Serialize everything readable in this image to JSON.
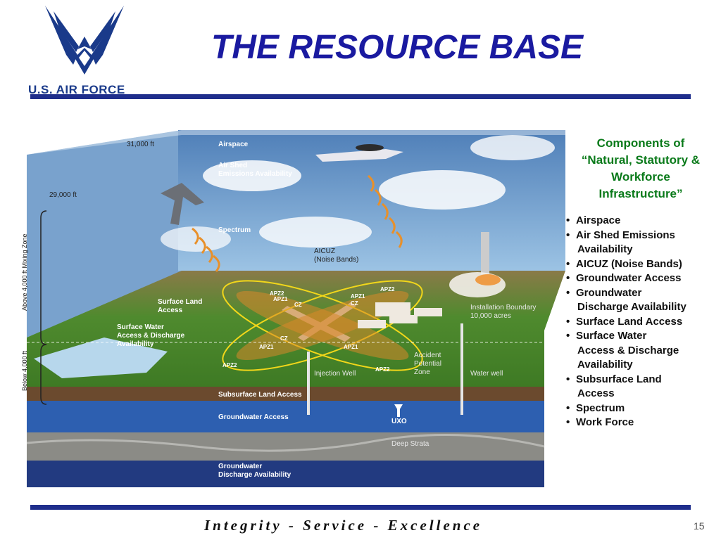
{
  "header": {
    "logo_text": "U.S. AIR FORCE",
    "title": "THE RESOURCE BASE"
  },
  "diagram": {
    "labels": {
      "altitude_31000": "31,000 ft",
      "altitude_29000": "29,000 ft",
      "airspace": "Airspace",
      "air_shed_1": "Air Shed",
      "air_shed_2": "Emissions Availability",
      "spectrum": "Spectrum",
      "aicuz_1": "AICUZ",
      "aicuz_2": "(Noise Bands)",
      "surface_land_1": "Surface Land",
      "surface_land_2": "Access",
      "surface_water_1": "Surface Water",
      "surface_water_2": "Access & Discharge",
      "surface_water_3": "Availability",
      "installation_boundary_1": "Installation Boundary",
      "installation_boundary_2": "10,000 acres",
      "accident_zone_1": "Accident",
      "accident_zone_2": "Potential",
      "accident_zone_3": "Zone",
      "injection_well": "Injection Well",
      "water_well": "Water well",
      "subsurface_land": "Subsurface Land Access",
      "groundwater_access": "Groundwater Access",
      "uxo": "UXO",
      "deep_strata": "Deep Strata",
      "groundwater_discharge_1": "Groundwater",
      "groundwater_discharge_2": "Discharge Availability",
      "mixing_zone": "Above 4,000 ft Mixing Zone",
      "below_4000": "Below 4,000 ft",
      "apz2_a": "APZ2",
      "apz1_a": "APZ1",
      "cz_a": "CZ",
      "apz1_b": "APZ1",
      "apz2_b": "APZ2",
      "cz_b": "CZ",
      "apz1_c": "APZ1",
      "apz2_c": "APZ2",
      "cz_c": "CZ",
      "apz1_d": "APZ1",
      "apz2_d": "APZ2"
    }
  },
  "panel": {
    "heading_1": "Components of",
    "heading_2": "“Natural, Statutory &",
    "heading_3": "Workforce",
    "heading_4": "Infrastructure”",
    "items": [
      {
        "bullet": "•",
        "line1": "Airspace",
        "line2": ""
      },
      {
        "bullet": "•",
        "line1": "Air Shed Emissions",
        "line2": "Availability"
      },
      {
        "bullet": "•",
        "line1": "AICUZ (Noise Bands)",
        "line2": ""
      },
      {
        "bullet": "•",
        "line1": "Groundwater Access",
        "line2": ""
      },
      {
        "bullet": "•",
        "line1": "Groundwater",
        "line2": "Discharge Availability"
      },
      {
        "bullet": "•",
        "line1": "Surface Land Access",
        "line2": ""
      },
      {
        "bullet": "•",
        "line1": "Surface Water",
        "line2": "Access & Discharge"
      },
      {
        "bullet": "",
        "line1": "",
        "line2": "Availability"
      },
      {
        "bullet": "•",
        "line1": "Subsurface Land",
        "line2": "Access"
      },
      {
        "bullet": "•",
        "line1": "Spectrum",
        "line2": ""
      },
      {
        "bullet": "•",
        "line1": "Work Force",
        "line2": ""
      }
    ]
  },
  "footer": {
    "motto": "Integrity - Service - Excellence",
    "page_number": "15"
  },
  "colors": {
    "brand_blue": "#1f2e8c",
    "title_blue": "#1a1aa0",
    "heading_green": "#0a7a1a"
  }
}
